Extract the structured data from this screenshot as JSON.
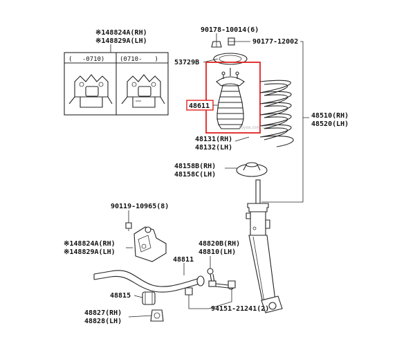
{
  "colors": {
    "highlight": "#e0201e",
    "ink": "#222222",
    "watermark": "#b0b0b0"
  },
  "watermark": "toyox.com.ua",
  "inset": {
    "ref_rh": "※148824A(RH)",
    "ref_lh": "※148829A(LH)",
    "col_left": "(　 -0710)",
    "col_right": "(0710-　　)"
  },
  "labels": {
    "p90178": "90178-10014(6)",
    "p90177": "90177-12002",
    "p53729": "53729B",
    "p48611": "48611",
    "p48131": "48131(RH)",
    "p48132": "48132(LH)",
    "p48510": "48510(RH)",
    "p48520": "48520(LH)",
    "p48158b": "48158B(RH)",
    "p48158c": "48158C(LH)",
    "p90119": "90119-10965(8)",
    "p148824": "※148824A(RH)",
    "p148829": "※148829A(LH)",
    "p48820b": "48820B(RH)",
    "p48810": "48810(LH)",
    "p48811": "48811",
    "p48815": "48815",
    "p94151": "94151-21241(2)",
    "p48827": "48827(RH)",
    "p48828": "48828(LH)"
  }
}
